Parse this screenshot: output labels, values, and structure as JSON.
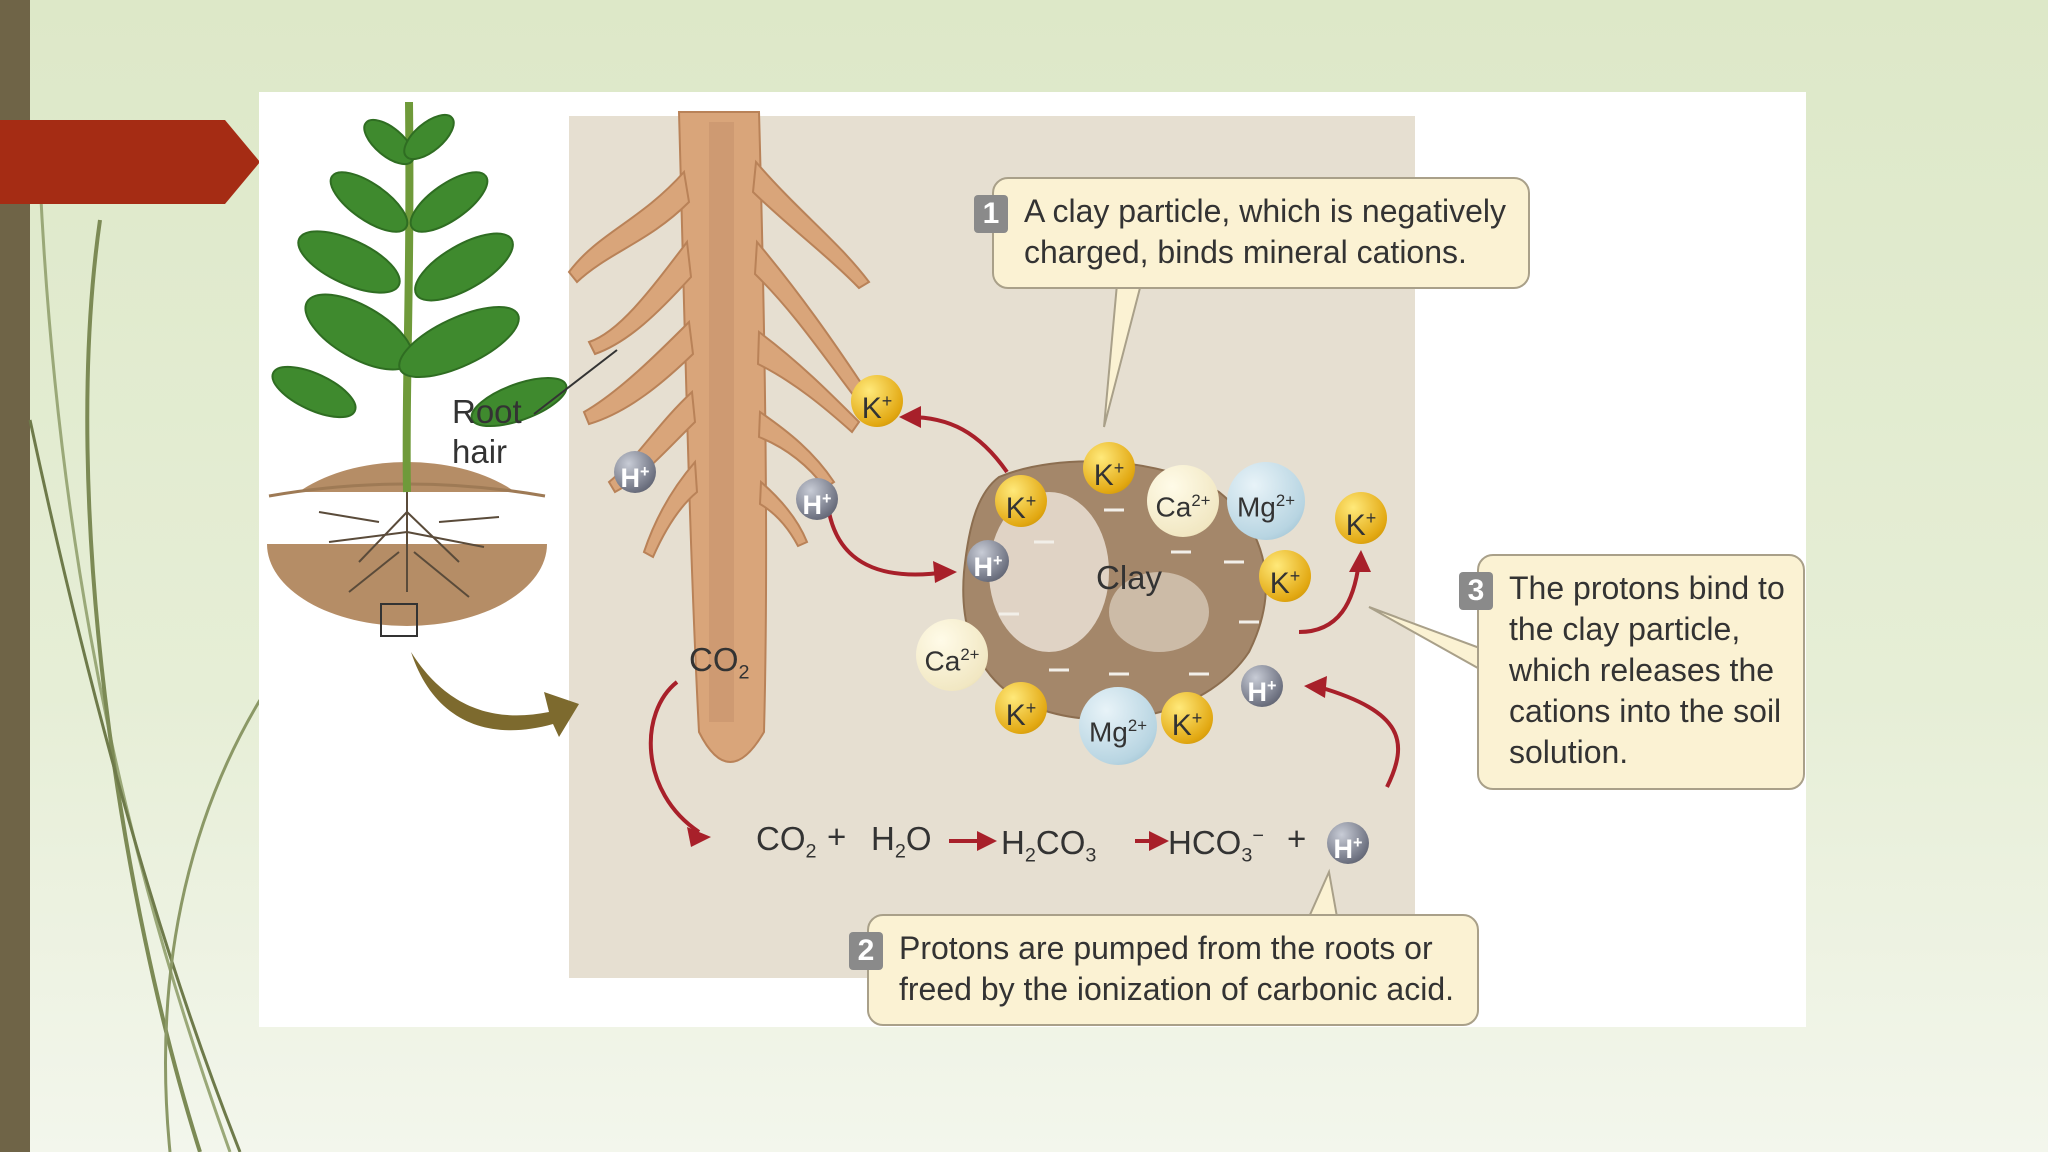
{
  "figure": {
    "root_hair_label": "Root\nhair",
    "clay_label": "Clay",
    "co2_root_label": "CO2",
    "callout1": {
      "number": "1",
      "text": "A clay particle, which is negatively charged, binds mineral cations."
    },
    "callout2": {
      "number": "2",
      "text": "Protons are pumped from the roots or freed by the ionization of carbonic acid."
    },
    "callout3": {
      "number": "3",
      "text": "The protons bind to the clay particle, which releases the cations into the soil solution."
    },
    "ions": {
      "k": "K+",
      "h": "H+",
      "ca": "Ca2+",
      "mg": "Mg2+"
    },
    "equation": {
      "co2": "CO2",
      "plus1": "+",
      "h2o": "H2O",
      "h2co3": "H2CO3",
      "hco3": "HCO3−",
      "plus2": "+",
      "h": "H+"
    }
  },
  "colors": {
    "accent_tab": "#a52c14",
    "arrow_red": "#a8202a",
    "panel_bg": "#e6dfd1"
  }
}
